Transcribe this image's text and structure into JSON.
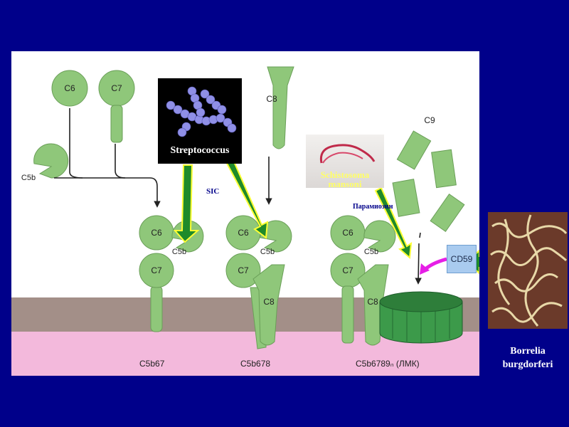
{
  "diagram": {
    "components": {
      "c6_top": "C6",
      "c7_top": "C7",
      "c8_top": "C8",
      "c9_top": "C9",
      "c5b_left": "C5b",
      "stage1_c6": "C6",
      "stage1_c7": "C7",
      "stage1_c5b": "C5b",
      "stage2_c6": "C6",
      "stage2_c7": "C7",
      "stage2_c5b": "C5b",
      "stage2_c8": "C8",
      "stage3_c6": "C6",
      "stage3_c7": "C7",
      "stage3_c5b": "C5b",
      "stage3_c8": "C8"
    },
    "complexes": {
      "c5b67": "C5b67",
      "c5b678": "C5b678",
      "c5b6789": "C5b6789ₙ (ЛМК)"
    },
    "cd59": "CD59",
    "pathogens": {
      "streptococcus": "Streptococcus",
      "schistosoma": "Schistosoma mansoni",
      "borrelia": "Borrelia burgdorferi"
    },
    "inhibitors": {
      "sic": "SIC",
      "paramyosin": "Парамиозин"
    }
  },
  "colors": {
    "background": "#00008a",
    "component_green": "#8fc77a",
    "membrane": "#a38f88",
    "pore_green": "#3c9a4a",
    "arrow_green": "#1f8a2a",
    "arrow_border": "#ffff33",
    "cd59_arrow": "#e61ee6",
    "cd59_box": "#a9cbef"
  },
  "icons": [
    "streptococcus-photo",
    "schistosoma-photo",
    "borrelia-photo"
  ]
}
